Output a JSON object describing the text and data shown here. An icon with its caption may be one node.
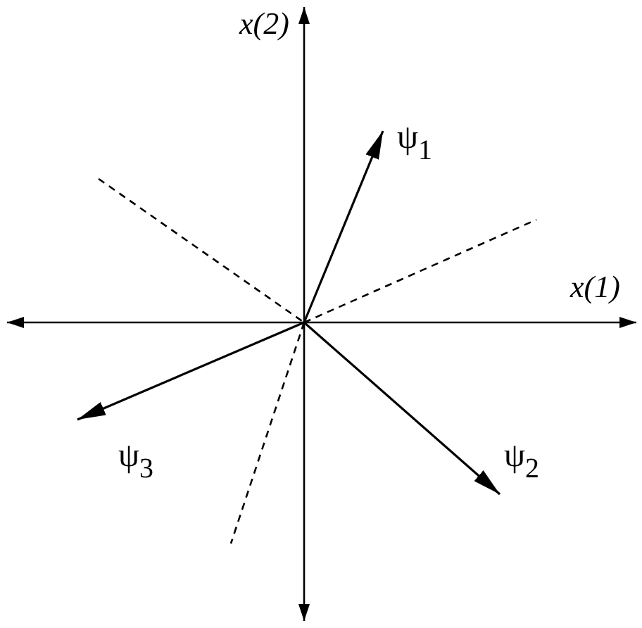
{
  "diagram": {
    "labels": [
      "x(2)",
      "ψ$_{1}$",
      "x(1)",
      "ψ$_{2}$",
      "ψ$_{3}$"
    ]
  }
}
